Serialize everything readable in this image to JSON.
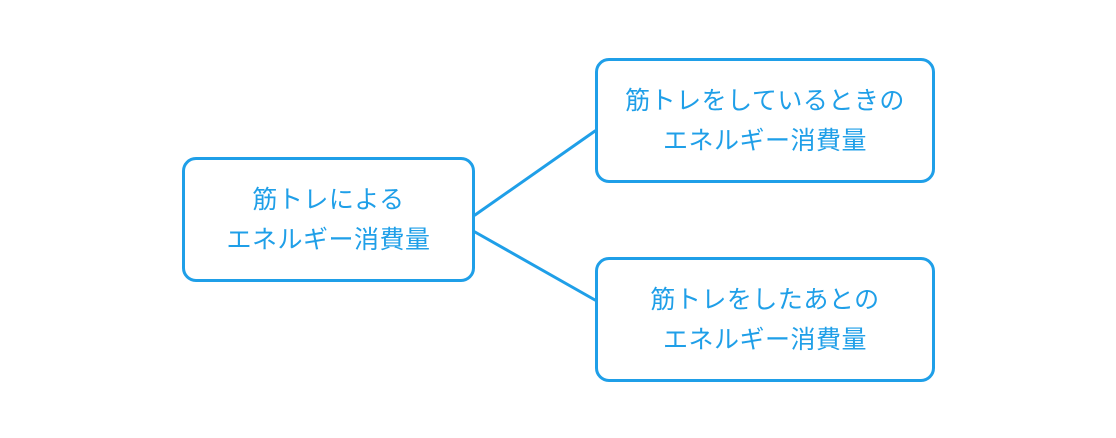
{
  "diagram": {
    "accent_color": "#1f9fe8",
    "root": {
      "line1": "筋トレによる",
      "line2": "エネルギー消費量"
    },
    "children": [
      {
        "line1": "筋トレをしているときの",
        "line2": "エネルギー消費量"
      },
      {
        "line1": "筋トレをしたあとの",
        "line2": "エネルギー消費量"
      }
    ]
  }
}
